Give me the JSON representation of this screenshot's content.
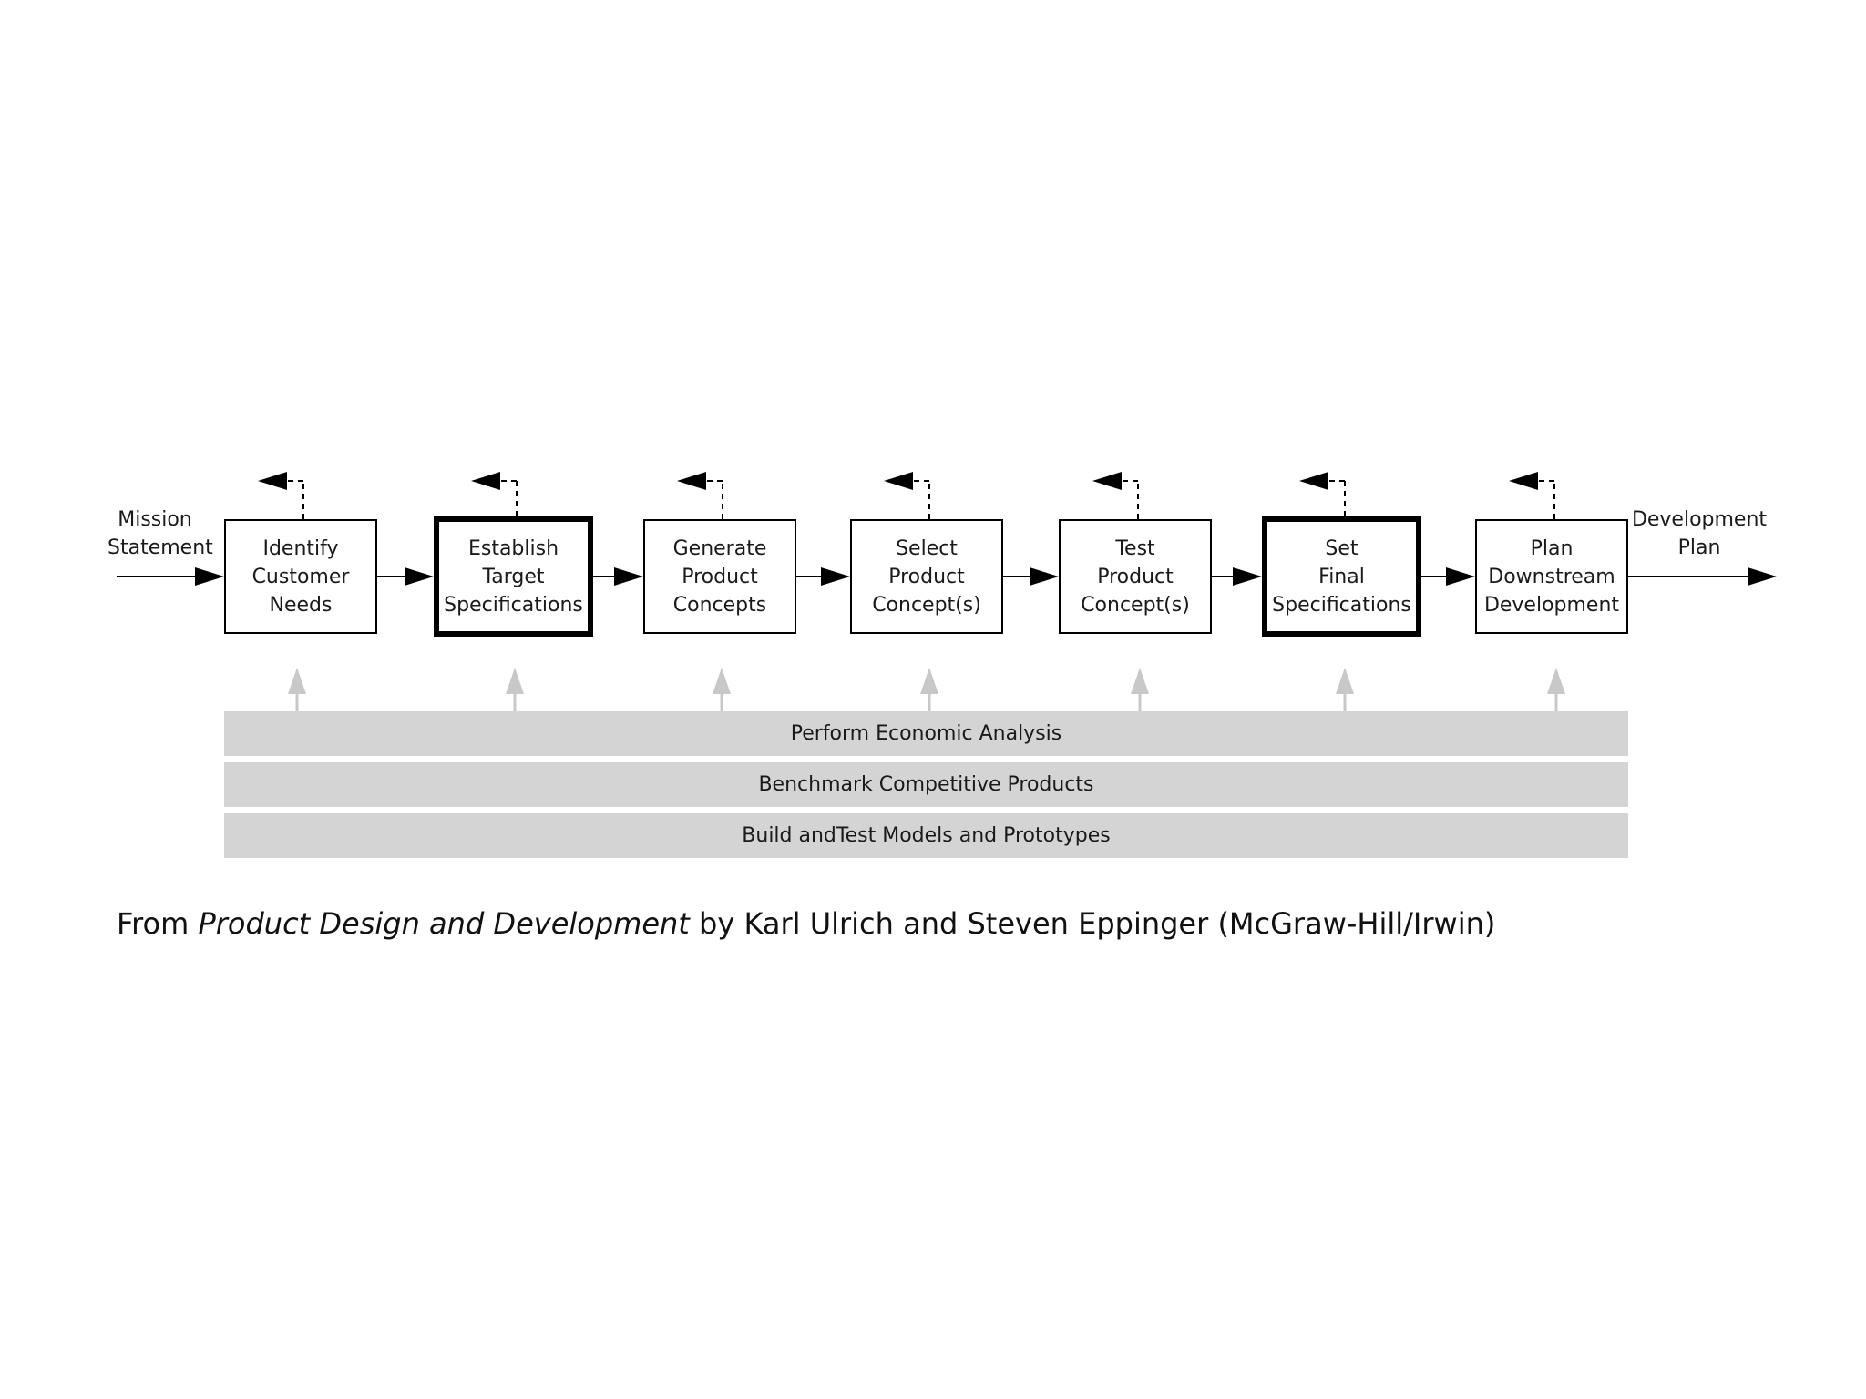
{
  "input_label": [
    "Mission",
    "Statement"
  ],
  "output_label": [
    "Development",
    "Plan"
  ],
  "steps": [
    {
      "lines": [
        "Identify",
        "Customer",
        "Needs"
      ],
      "emphasis": false
    },
    {
      "lines": [
        "Establish",
        "Target",
        "Specifications"
      ],
      "emphasis": true
    },
    {
      "lines": [
        "Generate",
        "Product",
        "Concepts"
      ],
      "emphasis": false
    },
    {
      "lines": [
        "Select",
        "Product",
        "Concept(s)"
      ],
      "emphasis": false
    },
    {
      "lines": [
        "Test",
        "Product",
        "Concept(s)"
      ],
      "emphasis": false
    },
    {
      "lines": [
        "Set",
        "Final",
        "Specifications"
      ],
      "emphasis": true
    },
    {
      "lines": [
        "Plan",
        "Downstream",
        "Development"
      ],
      "emphasis": false
    }
  ],
  "support_activities": [
    "Perform Economic Analysis",
    "Benchmark Competitive Products",
    "Build andTest Models and Prototypes"
  ],
  "caption": {
    "prefix": "From ",
    "title": "Product Design and Development",
    "suffix": " by Karl Ulrich and Steven Eppinger (McGraw-Hill/Irwin)"
  },
  "colors": {
    "line": "#000000",
    "support_band": "#d4d4d4",
    "support_arrow": "#c8c8c8"
  }
}
